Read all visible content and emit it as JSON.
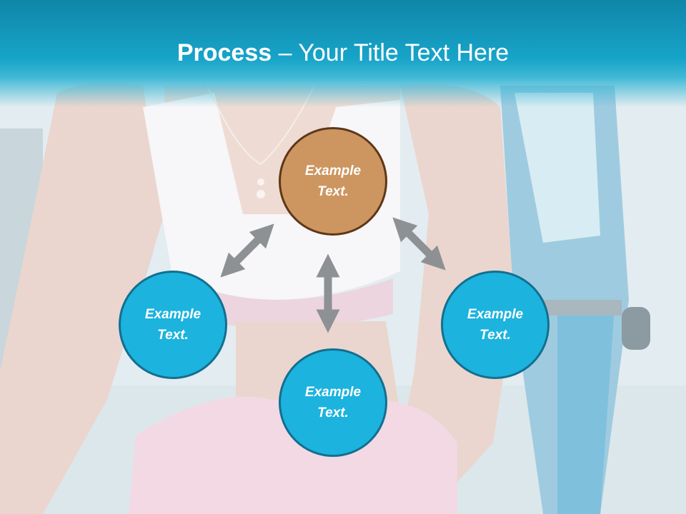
{
  "title": {
    "bold": "Process",
    "rest": " – Your Title Text Here"
  },
  "nodes": [
    {
      "id": "top",
      "line1": "Example",
      "line2": "Text.",
      "color": "#cd9660"
    },
    {
      "id": "left",
      "line1": "Example",
      "line2": "Text.",
      "color": "#1cb3de"
    },
    {
      "id": "right",
      "line1": "Example",
      "line2": "Text.",
      "color": "#1cb3de"
    },
    {
      "id": "bottom",
      "line1": "Example",
      "line2": "Text.",
      "color": "#1cb3de"
    }
  ],
  "colors": {
    "title_bar": "#17a4c9",
    "arrow": "#8e9194",
    "accent_node": "#cd9660",
    "node": "#1cb3de"
  }
}
